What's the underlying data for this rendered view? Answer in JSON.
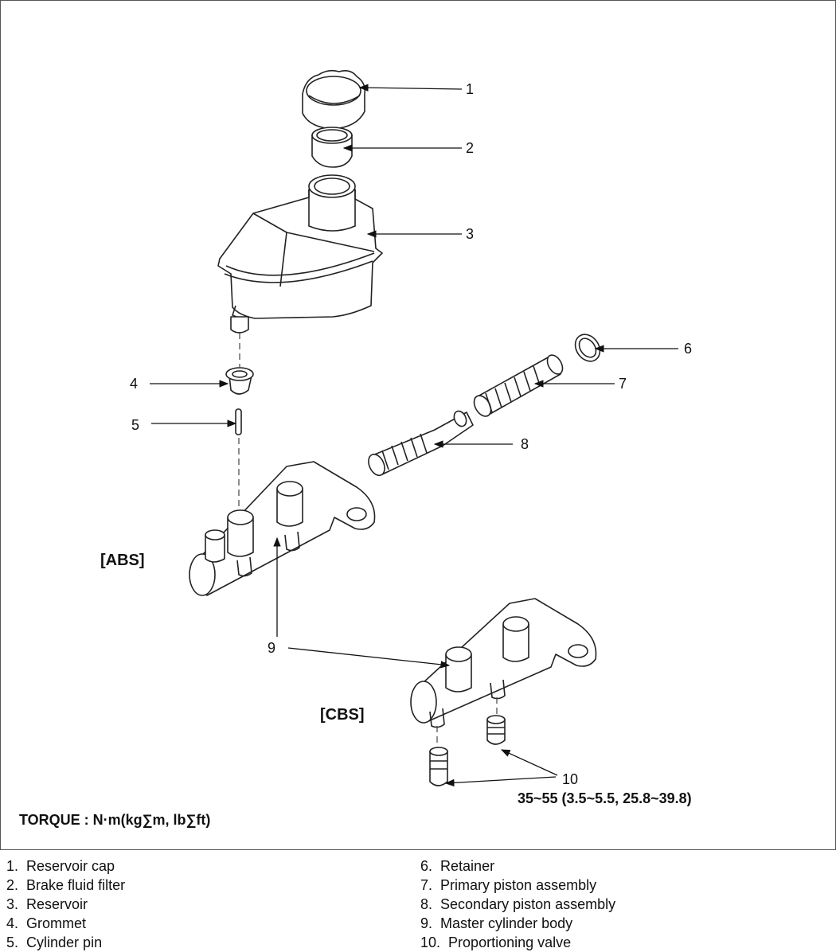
{
  "callouts": [
    "1",
    "2",
    "3",
    "4",
    "5",
    "6",
    "7",
    "8",
    "9",
    "10"
  ],
  "labels": {
    "abs": "[ABS]",
    "cbs": "[CBS]"
  },
  "torque": {
    "caption": "TORQUE : N·m(kg∑m, lb∑ft)",
    "value": "35~55 (3.5~5.5, 25.8~39.8)"
  },
  "legend": {
    "left": [
      {
        "num": "1.",
        "text": "Reservoir cap"
      },
      {
        "num": "2.",
        "text": "Brake fluid filter"
      },
      {
        "num": "3.",
        "text": "Reservoir"
      },
      {
        "num": "4.",
        "text": "Grommet"
      },
      {
        "num": "5.",
        "text": "Cylinder pin"
      }
    ],
    "right": [
      {
        "num": "6.",
        "text": "Retainer"
      },
      {
        "num": "7.",
        "text": "Primary piston assembly"
      },
      {
        "num": "8.",
        "text": "Secondary piston assembly"
      },
      {
        "num": "9.",
        "text": "Master cylinder body"
      },
      {
        "num": "10.",
        "text": "Proportioning valve"
      }
    ]
  }
}
